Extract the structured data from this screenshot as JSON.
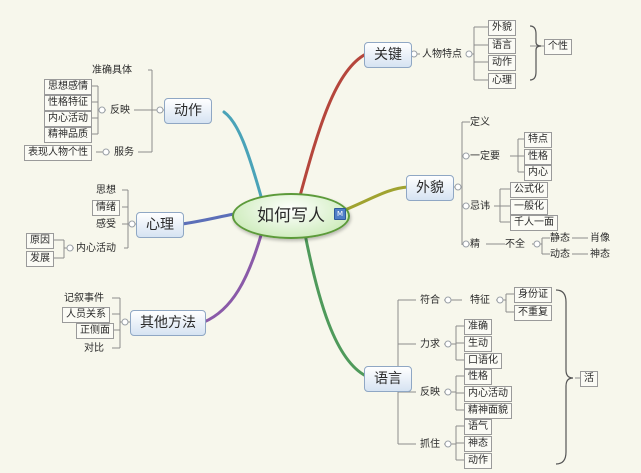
{
  "center": {
    "title": "如何写人",
    "icon": "note-icon",
    "icon_glyph": "M"
  },
  "colors": {
    "background": "#f7f7ec",
    "center_fill": "#d3eec3",
    "center_border": "#5c9a3a",
    "branch_guanjian": "#b5463c",
    "branch_waimao": "#a0a330",
    "branch_yuyan": "#4f9a5b",
    "branch_dongzuo": "#4aa3b8",
    "branch_xinli": "#5c6fb8",
    "branch_qita": "#8a5aa8"
  },
  "branches": {
    "guanjian": {
      "label": "关键",
      "renwu": "人物特点",
      "traits": [
        "外貌",
        "语言",
        "动作",
        "心理"
      ],
      "summary": "个性"
    },
    "waimao": {
      "label": "外貌",
      "dingyi": "定义",
      "yidingyao": "一定要",
      "yidingyao_items": [
        "特点",
        "性格",
        "内心"
      ],
      "jihui": "忌讳",
      "jihui_items": [
        "公式化",
        "一般化",
        "千人一面"
      ],
      "jing": "精",
      "buquan": "不全",
      "jingtai": "静态",
      "xiaoxiang": "肖像",
      "dongtai": "动态",
      "shentai": "神态"
    },
    "yuyan": {
      "label": "语言",
      "fuhe": "符合",
      "tezheng": "特征",
      "tezheng_items": [
        "身份证",
        "不重复"
      ],
      "liqiu": "力求",
      "liqiu_items": [
        "准确",
        "生动",
        "口语化"
      ],
      "fanying": "反映",
      "fanying_items": [
        "性格",
        "内心活动",
        "精神面貌"
      ],
      "zhuazhu": "抓住",
      "zhuazhu_items": [
        "语气",
        "神态",
        "动作"
      ],
      "summary": "活"
    },
    "dongzuo": {
      "label": "动作",
      "zhunque": "准确具体",
      "fanying": "反映",
      "fanying_items": [
        "思想感情",
        "性格特征",
        "内心活动",
        "精神品质"
      ],
      "fuwu": "服务",
      "biaoxian": "表现人物个性"
    },
    "xinli": {
      "label": "心理",
      "items": [
        "思想",
        "情绪",
        "感受"
      ],
      "neixin": "内心活动",
      "neixin_items": [
        "原因",
        "发展"
      ]
    },
    "qita": {
      "label": "其他方法",
      "items": [
        "记叙事件",
        "人员关系",
        "正侧面",
        "对比"
      ]
    }
  }
}
